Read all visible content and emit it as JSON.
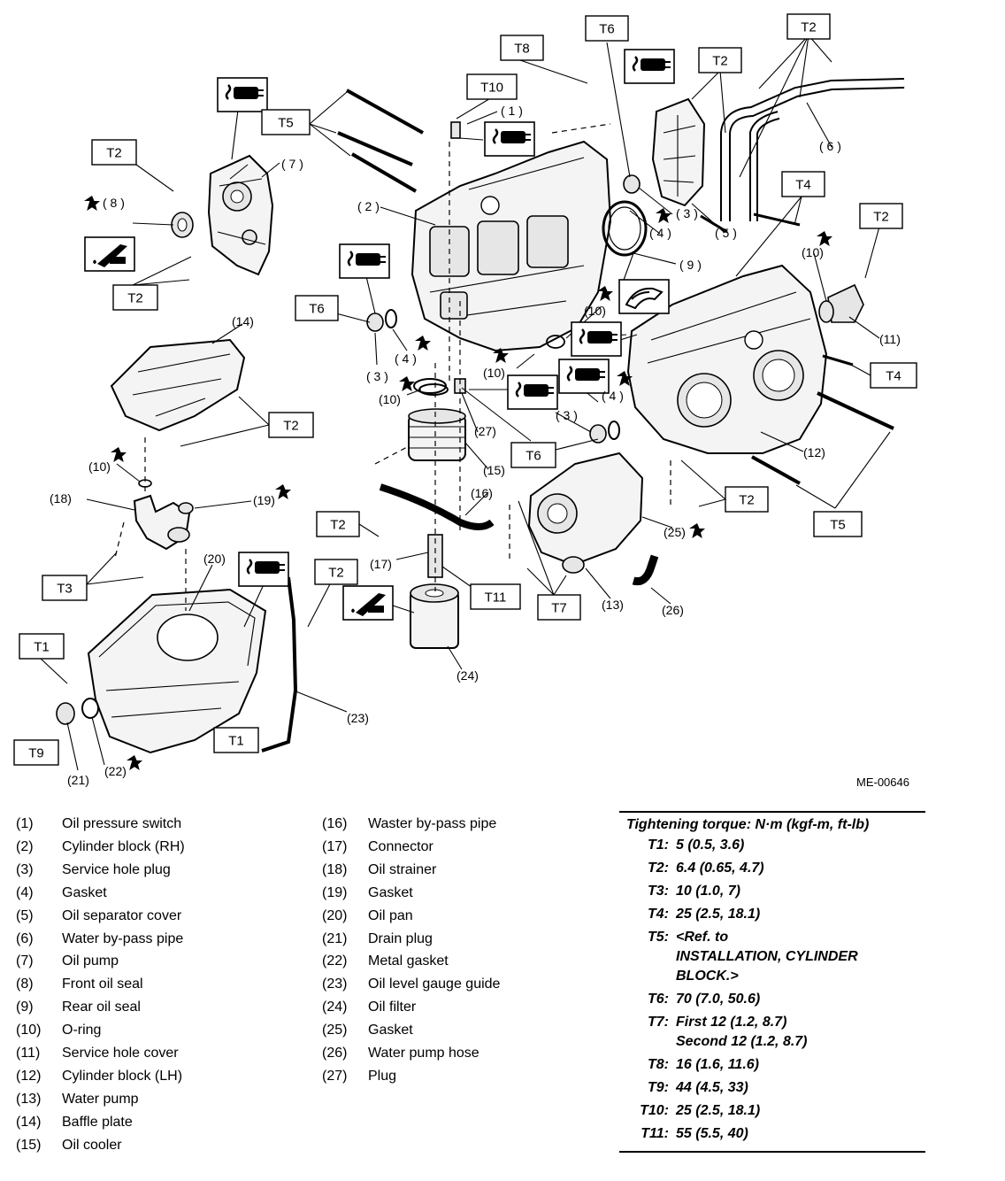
{
  "diagram": {
    "reference_code": "ME-00646",
    "torque_boxes": [
      {
        "id": "t8",
        "text": "T8"
      },
      {
        "id": "t6a",
        "text": "T6"
      },
      {
        "id": "t2a",
        "text": "T2"
      },
      {
        "id": "t2b",
        "text": "T2"
      },
      {
        "id": "t10",
        "text": "T10"
      },
      {
        "id": "t5a",
        "text": "T5"
      },
      {
        "id": "t2c",
        "text": "T2"
      },
      {
        "id": "t4a",
        "text": "T4"
      },
      {
        "id": "t2d",
        "text": "T2"
      },
      {
        "id": "t2e",
        "text": "T2"
      },
      {
        "id": "t6b",
        "text": "T6"
      },
      {
        "id": "t4b",
        "text": "T4"
      },
      {
        "id": "t2f",
        "text": "T2"
      },
      {
        "id": "t6c",
        "text": "T6"
      },
      {
        "id": "t2g",
        "text": "T2"
      },
      {
        "id": "t5b",
        "text": "T5"
      },
      {
        "id": "t2h",
        "text": "T2"
      },
      {
        "id": "t3",
        "text": "T3"
      },
      {
        "id": "t2i",
        "text": "T2"
      },
      {
        "id": "t11",
        "text": "T11"
      },
      {
        "id": "t7",
        "text": "T7"
      },
      {
        "id": "t1a",
        "text": "T1"
      },
      {
        "id": "t1b",
        "text": "T1"
      },
      {
        "id": "t9",
        "text": "T9"
      }
    ],
    "callouts": [
      {
        "id": "c1",
        "text": "( 1 )"
      },
      {
        "id": "c2",
        "text": "( 2 )"
      },
      {
        "id": "c3a",
        "text": "( 3 )"
      },
      {
        "id": "c3b",
        "text": "( 3 )"
      },
      {
        "id": "c3c",
        "text": "( 3 )"
      },
      {
        "id": "c4a",
        "text": "( 4 )"
      },
      {
        "id": "c4b",
        "text": "( 4 )"
      },
      {
        "id": "c4c",
        "text": "( 4 )"
      },
      {
        "id": "c5",
        "text": "( 5 )"
      },
      {
        "id": "c6",
        "text": "( 6 )"
      },
      {
        "id": "c7",
        "text": "( 7 )"
      },
      {
        "id": "c8",
        "text": "( 8 )"
      },
      {
        "id": "c9",
        "text": "( 9 )"
      },
      {
        "id": "c10a",
        "text": "(10)"
      },
      {
        "id": "c10b",
        "text": "(10)"
      },
      {
        "id": "c10c",
        "text": "(10)"
      },
      {
        "id": "c10d",
        "text": "(10)"
      },
      {
        "id": "c10e",
        "text": "(10)"
      },
      {
        "id": "c11",
        "text": "(11)"
      },
      {
        "id": "c12",
        "text": "(12)"
      },
      {
        "id": "c13",
        "text": "(13)"
      },
      {
        "id": "c14",
        "text": "(14)"
      },
      {
        "id": "c15",
        "text": "(15)"
      },
      {
        "id": "c16",
        "text": "(16)"
      },
      {
        "id": "c17",
        "text": "(17)"
      },
      {
        "id": "c18",
        "text": "(18)"
      },
      {
        "id": "c19",
        "text": "(19)"
      },
      {
        "id": "c20",
        "text": "(20)"
      },
      {
        "id": "c21",
        "text": "(21)"
      },
      {
        "id": "c22",
        "text": "(22)"
      },
      {
        "id": "c23",
        "text": "(23)"
      },
      {
        "id": "c24",
        "text": "(24)"
      },
      {
        "id": "c25",
        "text": "(25)"
      },
      {
        "id": "c26",
        "text": "(26)"
      },
      {
        "id": "c27",
        "text": "(27)"
      }
    ]
  },
  "legend_left": [
    {
      "num": "(1)",
      "name": "Oil pressure switch"
    },
    {
      "num": "(2)",
      "name": "Cylinder block (RH)"
    },
    {
      "num": "(3)",
      "name": "Service hole plug"
    },
    {
      "num": "(4)",
      "name": "Gasket"
    },
    {
      "num": "(5)",
      "name": "Oil separator cover"
    },
    {
      "num": "(6)",
      "name": "Water by-pass pipe"
    },
    {
      "num": "(7)",
      "name": "Oil pump"
    },
    {
      "num": "(8)",
      "name": "Front oil seal"
    },
    {
      "num": "(9)",
      "name": "Rear oil seal"
    },
    {
      "num": "(10)",
      "name": "O-ring"
    },
    {
      "num": "(11)",
      "name": "Service hole cover"
    },
    {
      "num": "(12)",
      "name": "Cylinder block (LH)"
    },
    {
      "num": "(13)",
      "name": "Water pump"
    },
    {
      "num": "(14)",
      "name": "Baffle plate"
    },
    {
      "num": "(15)",
      "name": "Oil cooler"
    }
  ],
  "legend_mid": [
    {
      "num": "(16)",
      "name": "Waster by-pass pipe"
    },
    {
      "num": "(17)",
      "name": "Connector"
    },
    {
      "num": "(18)",
      "name": "Oil strainer"
    },
    {
      "num": "(19)",
      "name": "Gasket"
    },
    {
      "num": "(20)",
      "name": "Oil pan"
    },
    {
      "num": "(21)",
      "name": "Drain plug"
    },
    {
      "num": "(22)",
      "name": "Metal gasket"
    },
    {
      "num": "(23)",
      "name": "Oil level gauge guide"
    },
    {
      "num": "(24)",
      "name": "Oil filter"
    },
    {
      "num": "(25)",
      "name": "Gasket"
    },
    {
      "num": "(26)",
      "name": "Water pump hose"
    },
    {
      "num": "(27)",
      "name": "Plug"
    }
  ],
  "torque": {
    "title": "Tightening torque: N·m (kgf-m, ft-lb)",
    "rows": [
      {
        "key": "T1:",
        "value": "5 (0.5, 3.6)"
      },
      {
        "key": "T2:",
        "value": "6.4 (0.65, 4.7)"
      },
      {
        "key": "T3:",
        "value": "10 (1.0, 7)"
      },
      {
        "key": "T4:",
        "value": "25 (2.5, 18.1)"
      },
      {
        "key": "T5:",
        "value": "<Ref. to\nINSTALLATION, CYLINDER\nBLOCK.>"
      },
      {
        "key": "T6:",
        "value": "70 (7.0, 50.6)"
      },
      {
        "key": "T7:",
        "value": "First 12 (1.2, 8.7)\nSecond 12 (1.2, 8.7)"
      },
      {
        "key": "T8:",
        "value": "16 (1.6, 11.6)"
      },
      {
        "key": "T9:",
        "value": "44 (4.5, 33)"
      },
      {
        "key": "T10:",
        "value": "25 (2.5, 18.1)"
      },
      {
        "key": "T11:",
        "value": "55 (5.5, 40)"
      }
    ]
  }
}
